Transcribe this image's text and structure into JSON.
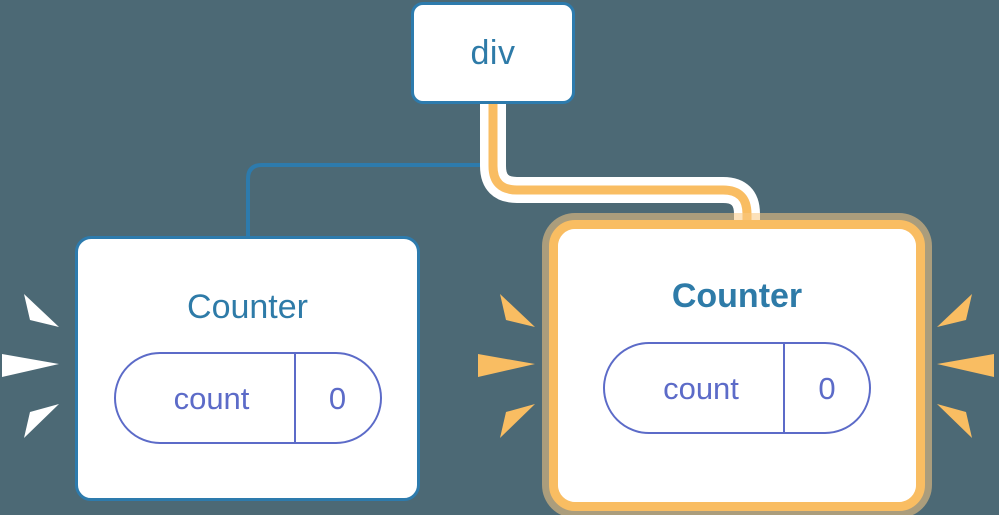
{
  "diagram": {
    "title": "component-tree-rerender",
    "background_color": "#4c6975",
    "nodes": {
      "root": {
        "label": "div",
        "border_color": "#2d7bad",
        "highlighted": "false"
      },
      "counter_left": {
        "label": "Counter",
        "border_color": "#2d7bad",
        "highlighted": "false",
        "state": {
          "key": "count",
          "value": "0"
        }
      },
      "counter_right": {
        "label": "Counter",
        "border_color": "#f9bd62",
        "highlighted": "true",
        "state": {
          "key": "count",
          "value": "0"
        }
      }
    },
    "edges": {
      "root_to_left": {
        "color": "#2d7bad",
        "style": "thin",
        "highlighted": "false"
      },
      "root_to_right": {
        "color": "#f9bd62",
        "style": "thick-with-halo",
        "highlighted": "true"
      }
    },
    "effects": {
      "sparkle_white": "#ffffff",
      "sparkle_orange": "#f9bd62",
      "accent_purple": "#5c6bc8",
      "accent_blue": "#2e7ba8"
    }
  }
}
